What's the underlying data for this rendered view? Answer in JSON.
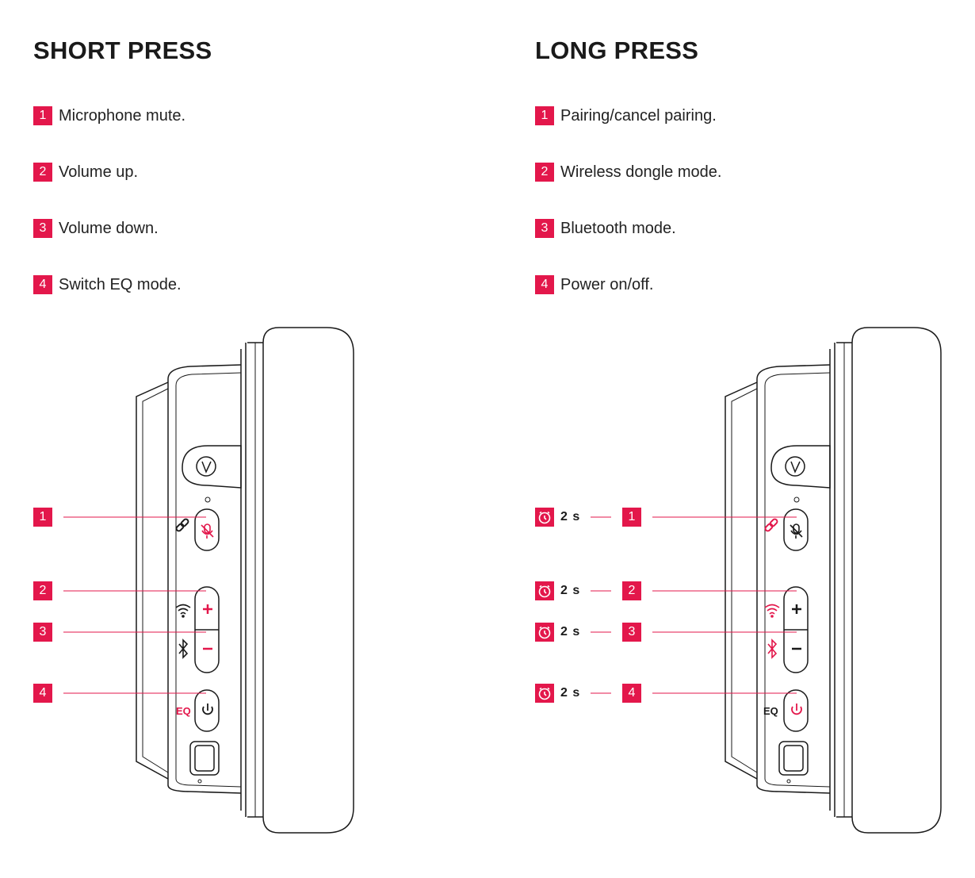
{
  "accent": "#e3174b",
  "short_press": {
    "title": "SHORT PRESS",
    "items": [
      {
        "num": "1",
        "text": "Microphone mute."
      },
      {
        "num": "2",
        "text": "Volume up."
      },
      {
        "num": "3",
        "text": "Volume down."
      },
      {
        "num": "4",
        "text": "Switch EQ mode."
      }
    ],
    "callouts": [
      "1",
      "2",
      "3",
      "4"
    ],
    "button_labels": {
      "eq": "EQ"
    }
  },
  "long_press": {
    "title": "LONG PRESS",
    "items": [
      {
        "num": "1",
        "text": "Pairing/cancel pairing."
      },
      {
        "num": "2",
        "text": "Wireless dongle mode."
      },
      {
        "num": "3",
        "text": "Bluetooth mode."
      },
      {
        "num": "4",
        "text": "Power on/off."
      }
    ],
    "callouts": [
      "1",
      "2",
      "3",
      "4"
    ],
    "durations": [
      "2 s",
      "2 s",
      "2 s",
      "2 s"
    ],
    "button_labels": {
      "eq": "EQ"
    }
  },
  "icons": {
    "clock": "clock-icon",
    "link": "link-icon",
    "mic_mute": "mic-mute-icon",
    "wifi": "wireless-icon",
    "bluetooth": "bluetooth-icon",
    "power": "power-icon",
    "plus": "plus-icon",
    "minus": "minus-icon"
  }
}
